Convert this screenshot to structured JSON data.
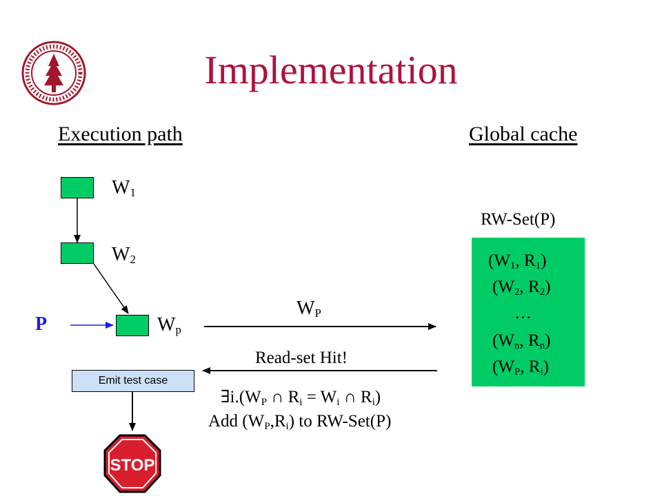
{
  "slide": {
    "title": "Implementation",
    "left_heading": "Execution path",
    "right_heading": "Global cache"
  },
  "execution_path": {
    "nodes": [
      {
        "base": "W",
        "sub": "1"
      },
      {
        "base": "W",
        "sub": "2"
      },
      {
        "base": "W",
        "sub": "p"
      }
    ],
    "input_label": "P",
    "emit_label": "Emit test case",
    "stop_sign_text": "STOP"
  },
  "messages": {
    "request": {
      "base": "W",
      "sub": "P"
    },
    "response": "Read-set Hit!",
    "condition": {
      "exists": "∃i.(W",
      "s1": "P",
      "cap1": " ∩ R",
      "s2": "i",
      "mid": " = W",
      "s3": "i",
      "cap2": " ∩ R",
      "s4": "i",
      "end": ")"
    },
    "action": {
      "pre": "Add (W",
      "s1": "P",
      "mid": ",R",
      "s2": "i",
      "post": ") to RW-Set(P)"
    }
  },
  "global_cache": {
    "label": "RW-Set(P)",
    "entries": [
      {
        "w": "1",
        "r": "1"
      },
      {
        "w": "2",
        "r": "2"
      },
      {
        "ellipsis": "…"
      },
      {
        "w": "n",
        "r": "n"
      },
      {
        "w": "P",
        "r": "i"
      }
    ]
  },
  "colors": {
    "title": "#b0123c",
    "node_fill": "#00cc66",
    "input_label": "#1a1aff",
    "emit_fill": "#cce0f5",
    "stop_red": "#d81e2c",
    "seal_red": "#a3162c"
  },
  "icons": {
    "logo": "university-seal",
    "stop": "stop-sign"
  }
}
